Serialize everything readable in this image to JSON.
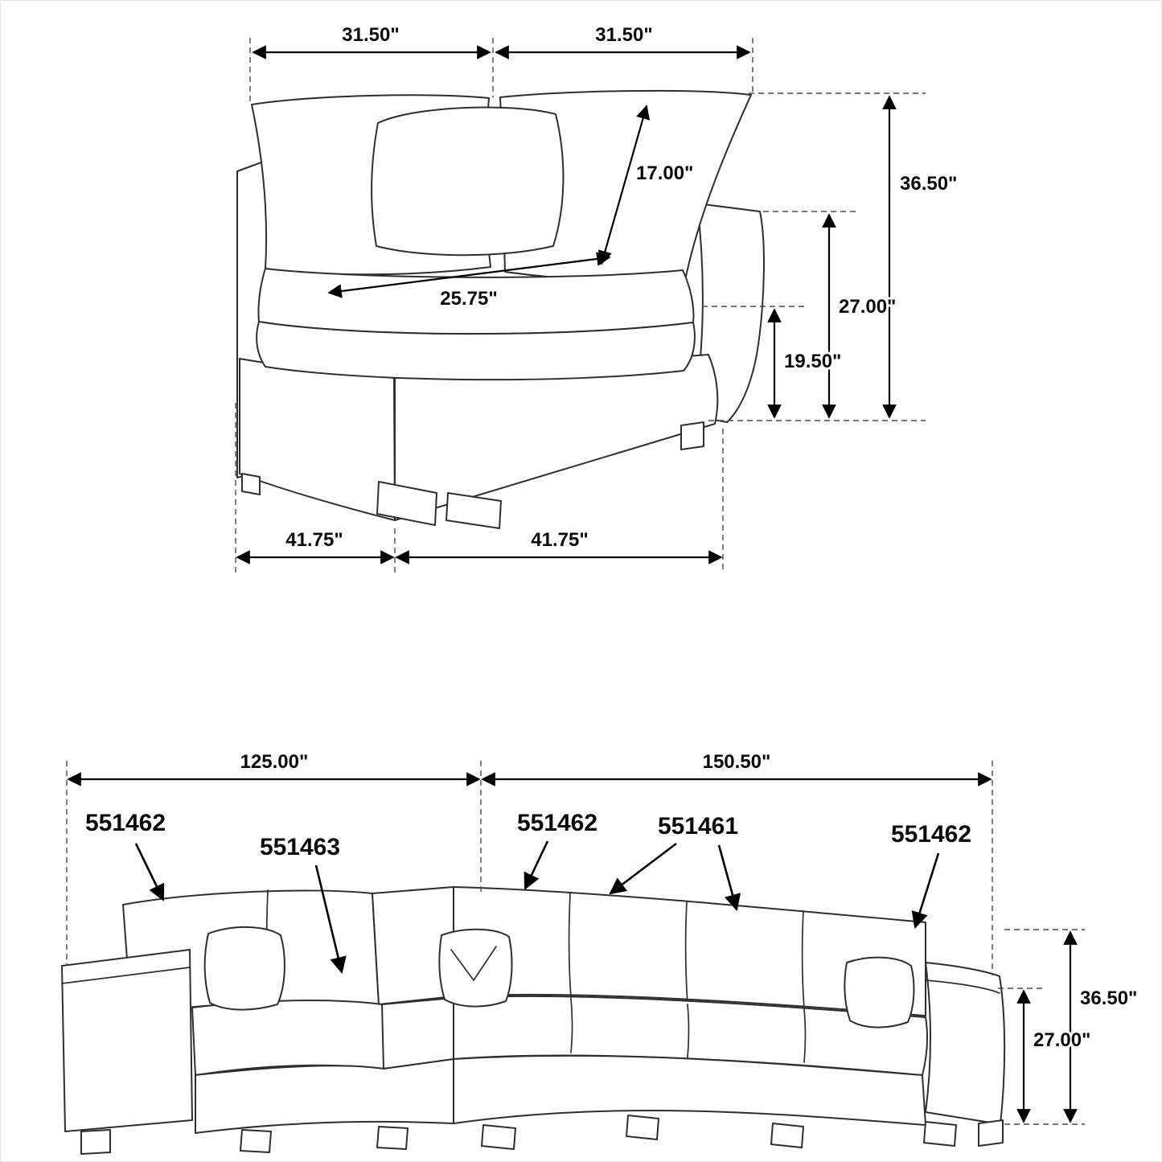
{
  "sheet": {
    "background": "#ffffff",
    "line_color": "#2e2e2e"
  },
  "chair_diagram": {
    "dims": {
      "top_width_left": "31.50\"",
      "top_width_right": "31.50\"",
      "back_cushion_height": "17.00\"",
      "overall_height": "36.50\"",
      "seat_depth": "25.75\"",
      "arm_height": "27.00\"",
      "seat_height": "19.50\"",
      "base_width_left": "41.75\"",
      "base_width_right": "41.75\""
    }
  },
  "sectional_diagram": {
    "dims": {
      "left_length": "125.00\"",
      "right_length": "150.50\"",
      "overall_height": "36.50\"",
      "arm_height": "27.00\""
    },
    "skus": {
      "left_arm": "551462",
      "left_armless": "551463",
      "corner": "551462",
      "middle": "551461",
      "right_arm": "551462"
    }
  }
}
